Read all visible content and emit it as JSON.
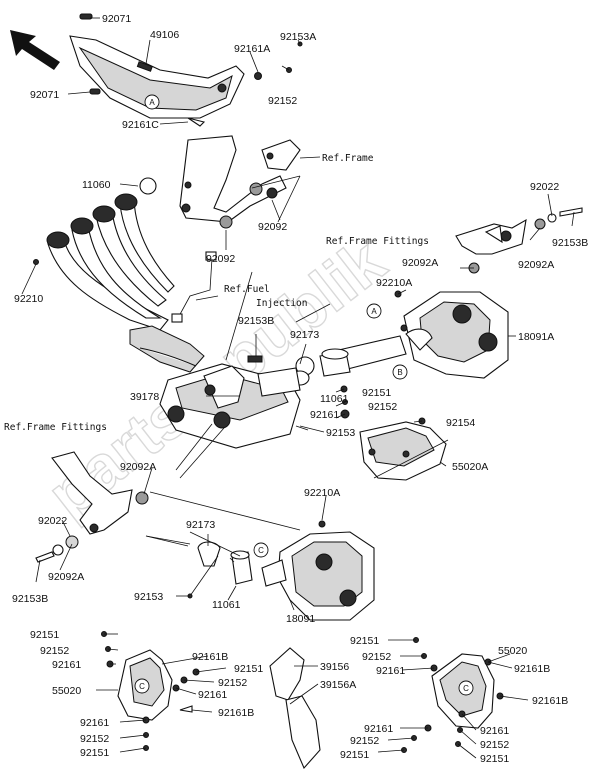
{
  "labels": {
    "p92071_top": "92071",
    "p49106": "49106",
    "p92161a_top": "92161A",
    "p92153a_top": "92153A",
    "p92071_left": "92071",
    "p92152_top": "92152",
    "p92161c": "92161C",
    "p11060": "11060",
    "p92092_mid": "92092",
    "p92092_low": "92092",
    "p92210_left": "92210",
    "p92022_right": "92022",
    "p92092a_r1": "92092A",
    "p92092a_r2": "92092A",
    "p92153b_right": "92153B",
    "p92210a_mid": "92210A",
    "p18091a": "18091A",
    "p92153b_mid": "92153B",
    "p92173_mid": "92173",
    "p39178": "39178",
    "p11061_mid": "11061",
    "p92151_mid": "92151",
    "p92152_mid": "92152",
    "p92161_mid": "92161",
    "p92154": "92154",
    "p92153_mid": "92153",
    "p55020a": "55020A",
    "p92092a_left": "92092A",
    "p92022_left": "92022",
    "p92092a_left2": "92092A",
    "p92153b_left": "92153B",
    "p92210a_low": "92210A",
    "p92173_low": "92173",
    "p92153_low": "92153",
    "p11061_low": "11061",
    "p18091": "18091",
    "bl_92151": "92151",
    "bl_92152": "92152",
    "bl_92161": "92161",
    "bl_55020": "55020",
    "bl_92161b": "92161B",
    "bl_92151b": "92151",
    "bl_92152b": "92152",
    "bl_92161c": "92161",
    "bl_92161b2": "92161B",
    "bl_92161d": "92161",
    "bl_92152d": "92152",
    "bl_92151d": "92151",
    "bc_39156": "39156",
    "bc_39156a": "39156A",
    "br_92151": "92151",
    "br_92152": "92152",
    "br_92161": "92161",
    "br_55020": "55020",
    "br_92161b": "92161B",
    "br_92161b2": "92161B",
    "br_92161c": "92161",
    "br_92152c": "92152",
    "br_92151c": "92151",
    "br_92161d": "92161",
    "br_92152d": "92152",
    "br_92151d": "92151"
  },
  "refs": {
    "frame": "Ref.Frame",
    "frame_fittings_right": "Ref.Frame Fittings",
    "fuel_injection_1": "Ref.Fuel",
    "fuel_injection_2": "Injection",
    "frame_fittings_left": "Ref.Frame Fittings"
  },
  "callouts": {
    "a1": "A",
    "a2": "A",
    "b1": "B",
    "c1": "C",
    "c2": "C",
    "c3": "C"
  },
  "watermark": "partsrepublik"
}
